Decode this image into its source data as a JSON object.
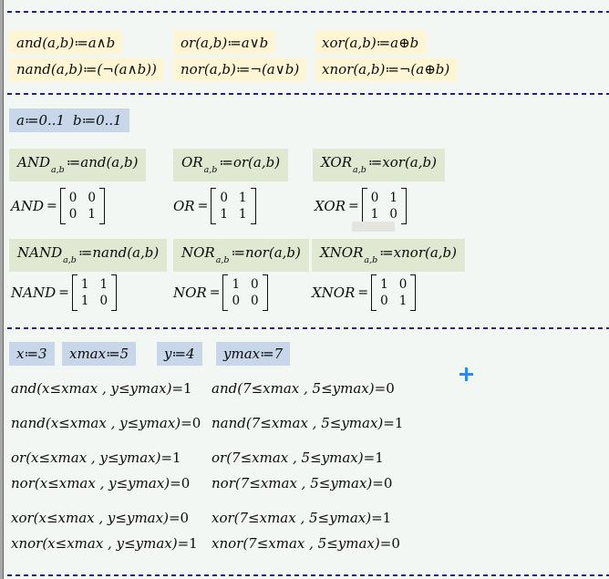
{
  "colors": {
    "page_background": "#f2f7f3",
    "separator_dash": "#23237d",
    "definition_highlight": "#fdf5d3",
    "variable_highlight": "#c8d6e9",
    "vector_highlight": "#dfe9d1",
    "crosshair": "#1e8fff"
  },
  "definitions": {
    "items": [
      {
        "text": "and(a,b)≔a∧b"
      },
      {
        "text": "or(a,b)≔a∨b"
      },
      {
        "text": "xor(a,b)≔a⊕b"
      },
      {
        "text": "nand(a,b)≔(¬(a∧b))"
      },
      {
        "text": "nor(a,b)≔¬(a∨b)"
      },
      {
        "text": "xnor(a,b)≔¬(a⊕b)"
      }
    ]
  },
  "ranges": {
    "items": [
      {
        "text": "a≔0..1"
      },
      {
        "text": "b≔0..1"
      }
    ]
  },
  "vector_defs": {
    "items": [
      {
        "name": "AND",
        "sub": "a,b",
        "rhs": "≔and(a,b)"
      },
      {
        "name": "OR",
        "sub": "a,b",
        "rhs": "≔or(a,b)"
      },
      {
        "name": "XOR",
        "sub": "a,b",
        "rhs": "≔xor(a,b)"
      },
      {
        "name": "NAND",
        "sub": "a,b",
        "rhs": "≔nand(a,b)"
      },
      {
        "name": "NOR",
        "sub": "a,b",
        "rhs": "≔nor(a,b)"
      },
      {
        "name": "XNOR",
        "sub": "a,b",
        "rhs": "≔xnor(a,b)"
      }
    ]
  },
  "matrices": {
    "items": [
      {
        "name": "AND",
        "eq": "=",
        "m00": "0",
        "m01": "0",
        "m10": "0",
        "m11": "1"
      },
      {
        "name": "OR",
        "eq": "=",
        "m00": "0",
        "m01": "1",
        "m10": "1",
        "m11": "1"
      },
      {
        "name": "XOR",
        "eq": "=",
        "m00": "0",
        "m01": "1",
        "m10": "1",
        "m11": "0"
      },
      {
        "name": "NAND",
        "eq": "=",
        "m00": "1",
        "m01": "1",
        "m10": "1",
        "m11": "0"
      },
      {
        "name": "NOR",
        "eq": "=",
        "m00": "1",
        "m01": "0",
        "m10": "0",
        "m11": "0"
      },
      {
        "name": "XNOR",
        "eq": "=",
        "m00": "1",
        "m01": "0",
        "m10": "0",
        "m11": "1"
      }
    ]
  },
  "params": {
    "items": [
      {
        "text": "x≔3"
      },
      {
        "text": "xmax≔5"
      },
      {
        "text": "y≔4"
      },
      {
        "text": "ymax≔7"
      }
    ]
  },
  "results": {
    "items": [
      {
        "expr": "and(x≤xmax , y≤ymax)",
        "val": "=1"
      },
      {
        "expr": "and(7≤xmax , 5≤ymax)",
        "val": "=0"
      },
      {
        "expr": "nand(x≤xmax , y≤ymax)",
        "val": "=0"
      },
      {
        "expr": "nand(7≤xmax , 5≤ymax)",
        "val": "=1"
      },
      {
        "expr": "or(x≤xmax , y≤ymax)",
        "val": "=1"
      },
      {
        "expr": "or(7≤xmax , 5≤ymax)",
        "val": "=1"
      },
      {
        "expr": "nor(x≤xmax , y≤ymax)",
        "val": "=0"
      },
      {
        "expr": "nor(7≤xmax , 5≤ymax)",
        "val": "=0"
      },
      {
        "expr": "xor(x≤xmax , y≤ymax)",
        "val": "=0"
      },
      {
        "expr": "xor(7≤xmax , 5≤ymax)",
        "val": "=1"
      },
      {
        "expr": "xnor(x≤xmax , y≤ymax)",
        "val": "=1"
      },
      {
        "expr": "xnor(7≤xmax , 5≤ymax)",
        "val": "=0"
      }
    ]
  },
  "cursor": {
    "name": "crosshair-cursor",
    "color": "#1e8fff"
  }
}
